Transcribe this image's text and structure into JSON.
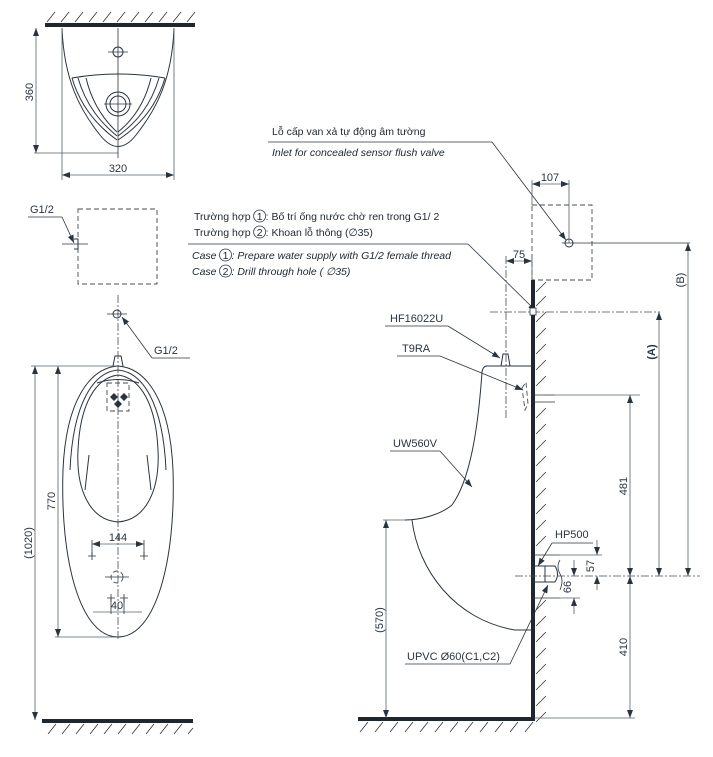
{
  "drawing": {
    "top_view": {
      "width_dim": "320",
      "height_dim": "360"
    },
    "front_view": {
      "inlet_label_top": "G1/2",
      "inlet_label_bottom": "G1/2",
      "total_height_dim": "(1020)",
      "body_height_dim": "770",
      "mount_spacing_dim": "144",
      "lower_spacing_dim": "40"
    },
    "side_view": {
      "inlet_note_vi": "Lỗ cấp van xả tự động âm tường",
      "inlet_note_en": "Inlet for concealed sensor flush valve",
      "case_notes_vi": [
        {
          "prefix": "Trường hợp",
          "num": "1",
          "text": ": Bố trí ống nước chờ ren trong G1/ 2"
        },
        {
          "prefix": "Trường hợp",
          "num": "2",
          "text": ": Khoan lỗ thông (∅35)"
        }
      ],
      "case_notes_en": [
        {
          "prefix": "Case",
          "num": "1",
          "text": ": Prepare water supply with G1/2 female thread"
        },
        {
          "prefix": "Case",
          "num": "2",
          "text": ": Drill through hole ( ∅35)"
        }
      ],
      "dim_107": "107",
      "dim_75": "75",
      "dim_A": "(A)",
      "dim_B": "(B)",
      "dim_481": "481",
      "dim_57": "57",
      "dim_66": "66",
      "dim_410": "410",
      "dim_570": "(570)",
      "part_hf": "HF16022U",
      "part_t9": "T9RA",
      "part_uw": "UW560V",
      "part_hp": "HP500",
      "part_upvc": "UPVC Ø60(C1,C2)"
    }
  }
}
